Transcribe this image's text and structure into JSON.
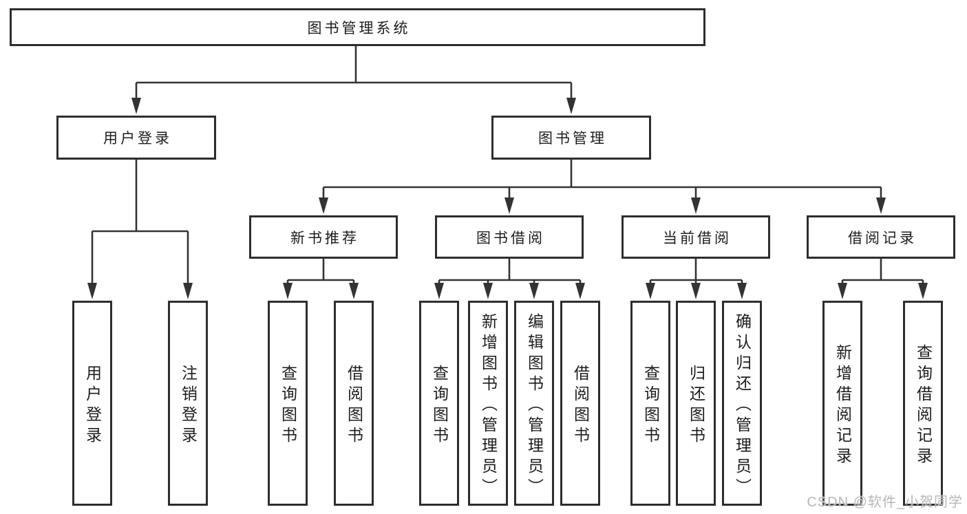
{
  "diagram_type": "functional-structure-tree",
  "colors": {
    "background": "#ffffff",
    "box_border": "#2d2d2d",
    "line": "#333333",
    "text": "#1d1d1d",
    "watermark": "#b7b7b7"
  },
  "watermark": {
    "text": "CSDN @软件_小贺同学"
  },
  "tree": {
    "root": {
      "label": "图书管理系统",
      "children": [
        {
          "label": "用户登录",
          "children": [
            {
              "label": "用户登录"
            },
            {
              "label": "注销登录"
            }
          ]
        },
        {
          "label": "图书管理",
          "children": [
            {
              "label": "新书推荐",
              "children": [
                {
                  "label": "查询图书"
                },
                {
                  "label": "借阅图书"
                }
              ]
            },
            {
              "label": "图书借阅",
              "children": [
                {
                  "label": "查询图书"
                },
                {
                  "label": "新增图书（管理员）"
                },
                {
                  "label": "编辑图书（管理员）"
                },
                {
                  "label": "借阅图书"
                }
              ]
            },
            {
              "label": "当前借阅",
              "children": [
                {
                  "label": "查询图书"
                },
                {
                  "label": "归还图书"
                },
                {
                  "label": "确认归还（管理员）"
                }
              ]
            },
            {
              "label": "借阅记录",
              "children": [
                {
                  "label": "新增借阅记录"
                },
                {
                  "label": "查询借阅记录"
                }
              ]
            }
          ]
        }
      ]
    }
  }
}
